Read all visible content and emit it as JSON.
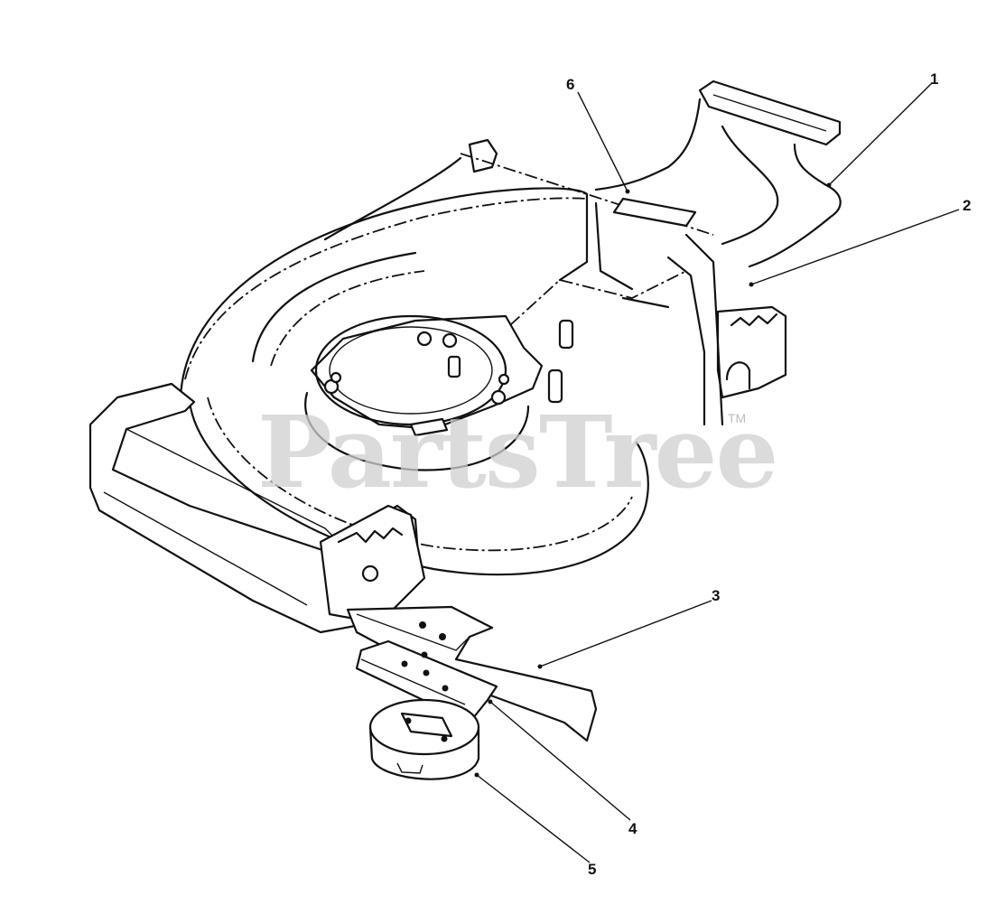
{
  "diagram": {
    "watermark": "PartsTree",
    "watermark_tm": "TM",
    "callouts": [
      {
        "id": "1",
        "label": "1"
      },
      {
        "id": "2",
        "label": "2"
      },
      {
        "id": "3",
        "label": "3"
      },
      {
        "id": "4",
        "label": "4"
      },
      {
        "id": "5",
        "label": "5"
      },
      {
        "id": "6",
        "label": "6"
      }
    ]
  }
}
